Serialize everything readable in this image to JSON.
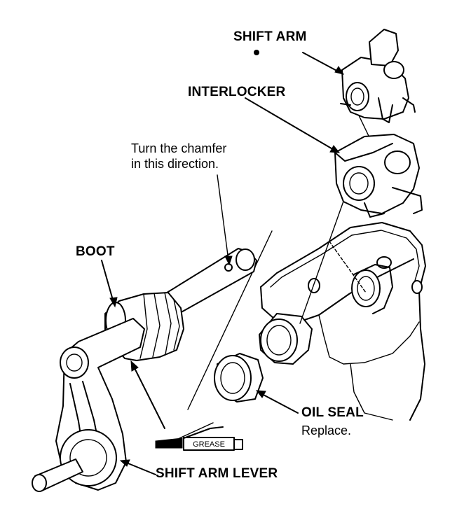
{
  "labels": {
    "shift_arm": "SHIFT ARM",
    "interlocker": "INTERLOCKER",
    "chamfer_line1": "Turn the chamfer",
    "chamfer_line2": "in this direction.",
    "boot": "BOOT",
    "oil_seal": "OIL SEAL",
    "oil_seal_note": "Replace.",
    "shift_arm_lever": "SHIFT ARM LEVER",
    "grease": "GREASE"
  },
  "colors": {
    "line": "#000000",
    "background": "#ffffff"
  }
}
